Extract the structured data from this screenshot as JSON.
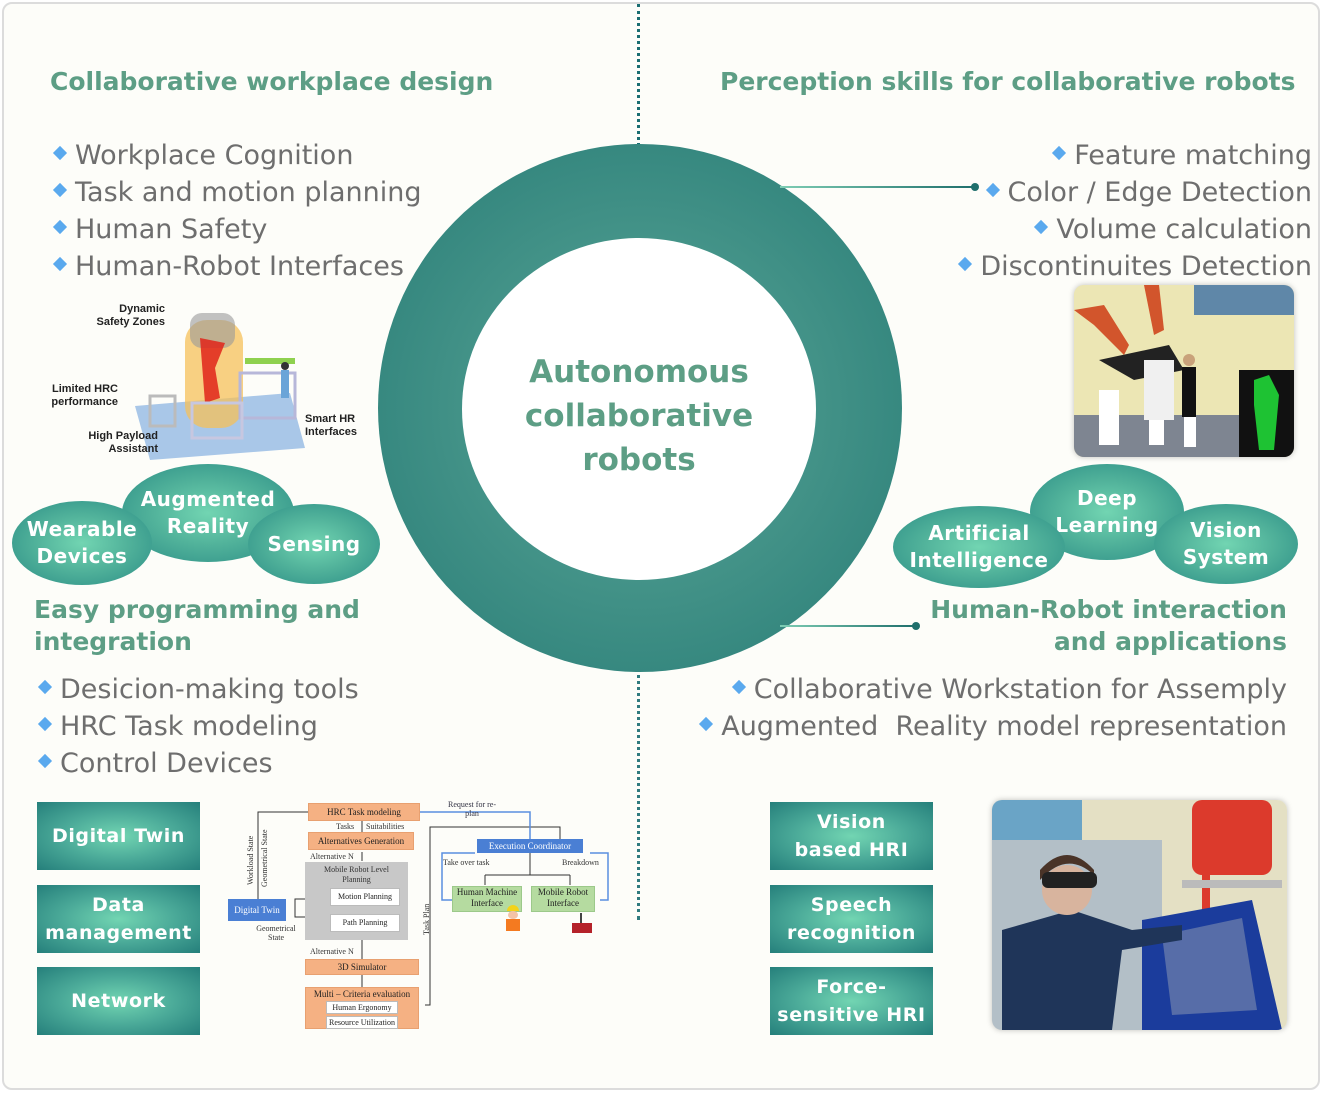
{
  "center": {
    "title": "Autonomous collaborative robots",
    "line1": "Autonomous",
    "line2": "collaborative",
    "line3": "robots"
  },
  "top_left": {
    "heading": "Collaborative workplace design",
    "bullets": [
      "Workplace Cognition",
      "Task and motion planning",
      "Human Safety",
      "Human-Robot Interfaces"
    ],
    "illustration": {
      "labels": [
        "Dynamic Safety Zones",
        "Limited HRC performance",
        "High Payload Assistant",
        "Smart HR Interfaces"
      ]
    },
    "ellipses": [
      "Wearable Devices",
      "Augmented Reality",
      "Sensing"
    ]
  },
  "top_right": {
    "heading": "Perception skills for collaborative robots",
    "bullets": [
      "Feature matching",
      "Color / Edge Detection",
      "Volume calculation",
      "Discontinuites Detection"
    ],
    "photo": "robot-perception-lab-photo",
    "ellipses": [
      "Artificial Intelligence",
      "Deep Learning",
      "Vision System"
    ]
  },
  "bottom_left": {
    "heading_line1": "Easy programming and",
    "heading_line2": "integration",
    "bullets": [
      "Desicion-making tools",
      "HRC Task modeling",
      "Control Devices"
    ],
    "boxes": [
      "Digital Twin",
      "Data management",
      "Network"
    ],
    "flowchart": {
      "hrc_task_modeling": "HRC Task modeling",
      "tasks": "Tasks",
      "suitabilities": "Suitabilities",
      "alternatives_generation": "Alternatives Generation",
      "alternative_n1": "Alternative N",
      "mobile_robot_level_planning": "Mobile Robot Level Planning",
      "motion_planning": "Motion Planning",
      "path_planning": "Path Planning",
      "digital_twin": "Digital Twin",
      "geometrical_state_bottom": "Geometrical State",
      "workload_state": "Workload State",
      "geometrical_state_side": "Geometrical State",
      "alternative_n2": "Alternative N",
      "simulator": "3D Simulator",
      "multi_criteria": "Multi – Criteria evaluation",
      "human_ergonomy": "Human Ergonomy",
      "resource_utilization": "Resource Utilization",
      "task_plan": "Task Plan",
      "request_replan": "Request for re-plan",
      "execution_coordinator": "Execution Coordinator",
      "take_over_task": "Take over task",
      "breakdown": "Breakdown",
      "human_machine_interface": "Human Machine Interface",
      "mobile_robot_interface": "Mobile Robot Interface"
    }
  },
  "bottom_right": {
    "heading_line1": "Human-Robot interaction",
    "heading_line2": "and applications",
    "bullets": [
      "Collaborative Workstation for Assemply",
      "Augmented  Reality model representation"
    ],
    "boxes": [
      "Vision based HRI",
      "Speech recognition",
      "Force-sensitive HRI"
    ],
    "photo": "ar-headset-assembly-photo"
  },
  "colors": {
    "heading": "#5d9e85",
    "ring": "#277c76",
    "bullet_diamond": "#5aa9ee",
    "bullet_text": "#6e6e6e"
  }
}
